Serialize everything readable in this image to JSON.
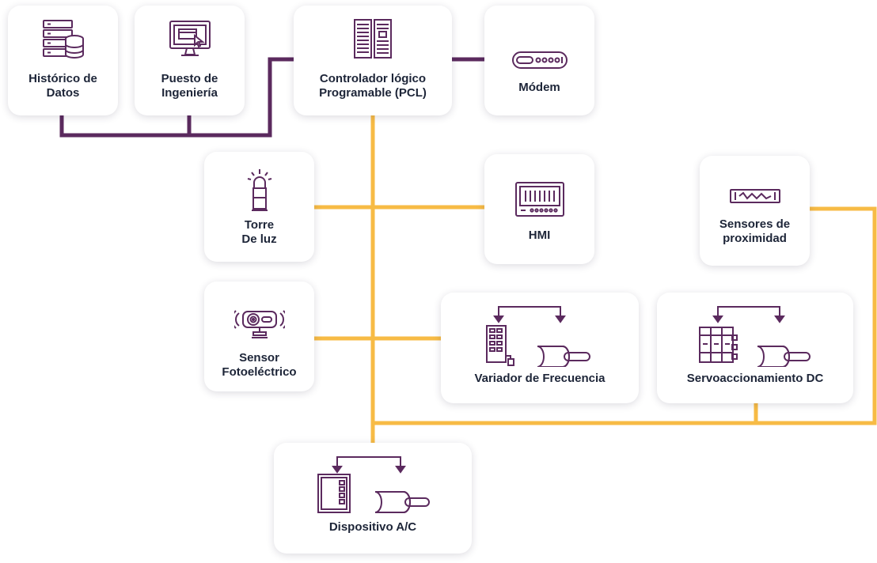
{
  "colors": {
    "ethernet": "#5b2a5e",
    "fieldbus": "#f7bb45",
    "icon": "#5b2a5e",
    "text": "#1d2538"
  },
  "nodes": {
    "historico": {
      "label": "Histórico de\nDatos",
      "icon": "server-database-icon"
    },
    "puesto": {
      "label": "Puesto de\nIngeniería",
      "icon": "monitor-cursor-icon"
    },
    "plc": {
      "label": "Controlador lógico\nProgramable (PCL)",
      "icon": "plc-rack-icon"
    },
    "modem": {
      "label": "Módem",
      "icon": "modem-icon"
    },
    "torre": {
      "label": "Torre\nDe luz",
      "icon": "signal-tower-icon"
    },
    "hmi": {
      "label": "HMI",
      "icon": "hmi-panel-icon"
    },
    "sensores_prox": {
      "label": "Sensores de\nproximidad",
      "icon": "proximity-sensor-icon"
    },
    "sensor_foto": {
      "label": "Sensor\nFotoeléctrico",
      "icon": "photoelectric-sensor-icon"
    },
    "variador": {
      "label": "Variador de Frecuencia",
      "icon": "vfd-motor-icon"
    },
    "servo": {
      "label": "Servoaccionamiento DC",
      "icon": "servo-drive-motor-icon"
    },
    "dispositivo_ac": {
      "label": "Dispositivo A/C",
      "icon": "ac-device-motor-icon"
    }
  }
}
